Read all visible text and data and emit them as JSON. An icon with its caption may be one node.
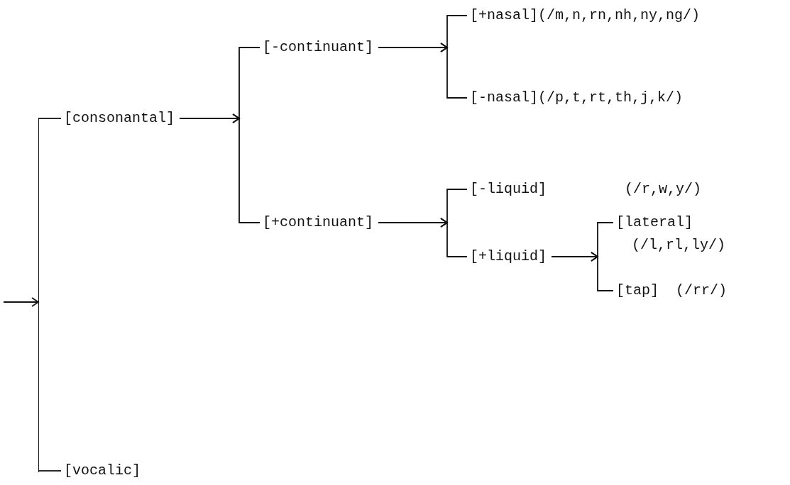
{
  "diagram": {
    "nodes": [
      {
        "text": [],
        "shape": "bar"
      },
      {
        "text": [
          "[consonantal]"
        ]
      },
      {
        "text": [
          "[-continuant]"
        ]
      },
      {
        "text": [
          "[+nasal](/m,n,rn,nh,ny,ng/)"
        ]
      },
      {
        "text": [
          "[-nasal](/p,t,rt,th,j,k/)"
        ]
      },
      {
        "text": [
          "[+continuant]"
        ]
      },
      {
        "text": [
          "[-liquid]"
        ]
      },
      {
        "text": [
          "[+liquid]"
        ]
      },
      {
        "text": [
          "[lateral]"
        ],
        "beside": [
          "(/l,rl,ly/)"
        ]
      },
      {
        "text": [
          "[tap]"
        ],
        "beside": [
          "(/rr/)"
        ]
      },
      {
        "text": [
          "[vocalic]"
        ]
      }
    ],
    "edges": [
      {
        "from": null,
        "to": 0,
        "arrow": "to"
      },
      {
        "from": 0,
        "to": 1,
        "arrow": "none"
      },
      {
        "from": 0,
        "to": 10,
        "arrow": "none"
      },
      {
        "from": 1,
        "to": 2,
        "arrow": "to"
      },
      {
        "from": 1,
        "to": 5,
        "arrow": "to"
      },
      {
        "from": 2,
        "to": 3,
        "arrow": "to"
      },
      {
        "from": 2,
        "to": 4,
        "arrow": "to"
      },
      {
        "from": 5,
        "to": 6,
        "arrow": "to"
      },
      {
        "from": 5,
        "to": 7,
        "arrow": "to"
      },
      {
        "from": 7,
        "to": 8,
        "arrow": "to"
      },
      {
        "from": 7,
        "to": 9,
        "arrow": "to"
      }
    ],
    "labels": [
      "(/r,w,y/)"
    ]
  }
}
